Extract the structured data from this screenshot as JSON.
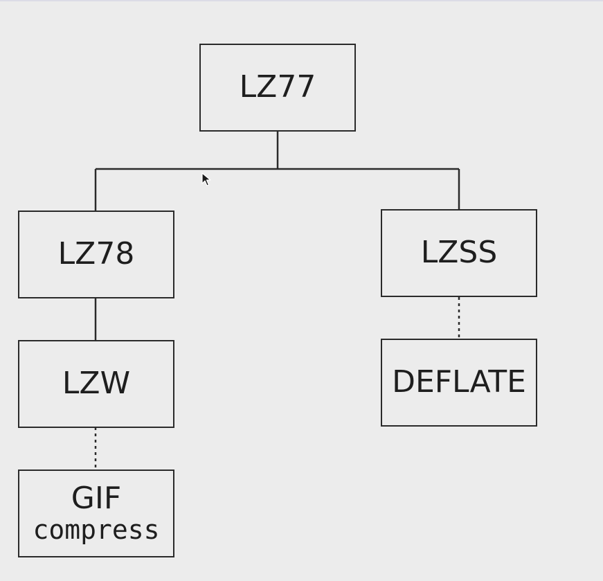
{
  "nodes": {
    "lz77": "LZ77",
    "lz78": "LZ78",
    "lzss": "LZSS",
    "lzw": "LZW",
    "deflate": "DEFLATE",
    "gif": "GIF",
    "compress": "compress"
  },
  "edges": [
    {
      "from": "LZ77",
      "to": "LZ78",
      "style": "solid"
    },
    {
      "from": "LZ77",
      "to": "LZSS",
      "style": "solid"
    },
    {
      "from": "LZ78",
      "to": "LZW",
      "style": "solid"
    },
    {
      "from": "LZW",
      "to": "GIF compress",
      "style": "dotted"
    },
    {
      "from": "LZSS",
      "to": "DEFLATE",
      "style": "dotted"
    }
  ],
  "icons": {
    "cursor": "mouse-pointer-icon"
  }
}
